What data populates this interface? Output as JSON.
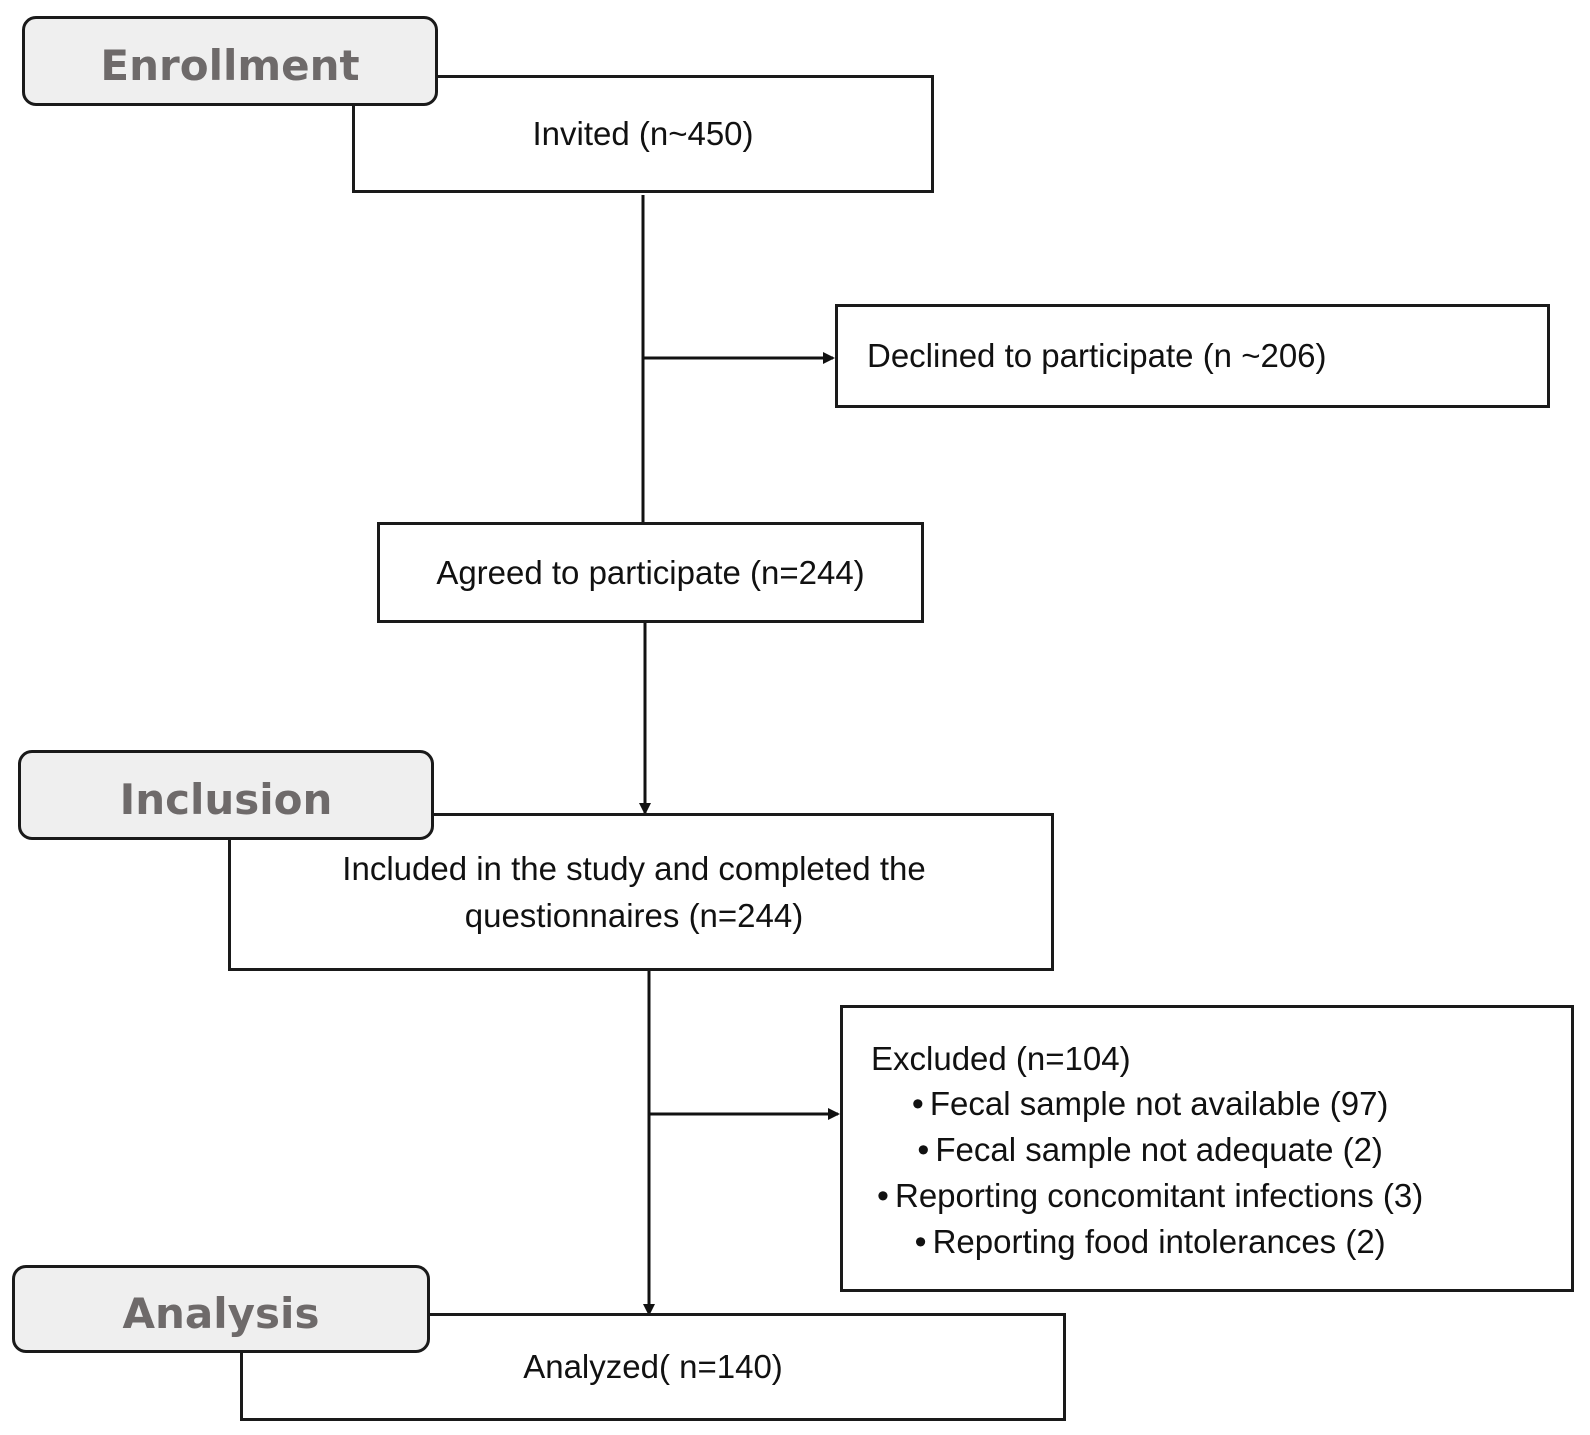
{
  "stages": {
    "enrollment": "Enrollment",
    "inclusion": "Inclusion",
    "analysis": "Analysis"
  },
  "boxes": {
    "invited": "Invited (n~450)",
    "declined": "Declined to participate (n ~206)",
    "agreed": "Agreed to participate  (n=244)",
    "included_line1": "Included in the study  and completed the",
    "included_line2": "questionnaires  (n=244)",
    "excluded": {
      "title": "Excluded (n=104)",
      "items": [
        "Fecal sample  not available (97)",
        "Fecal sample not adequate  (2)",
        "Reporting concomitant infections  (3)",
        "Reporting food intolerances (2)"
      ]
    },
    "analyzed": "Analyzed( n=140)"
  },
  "colors": {
    "stage_fill": "#efefef",
    "stage_text": "#6e6a6a",
    "line": "#111111"
  }
}
